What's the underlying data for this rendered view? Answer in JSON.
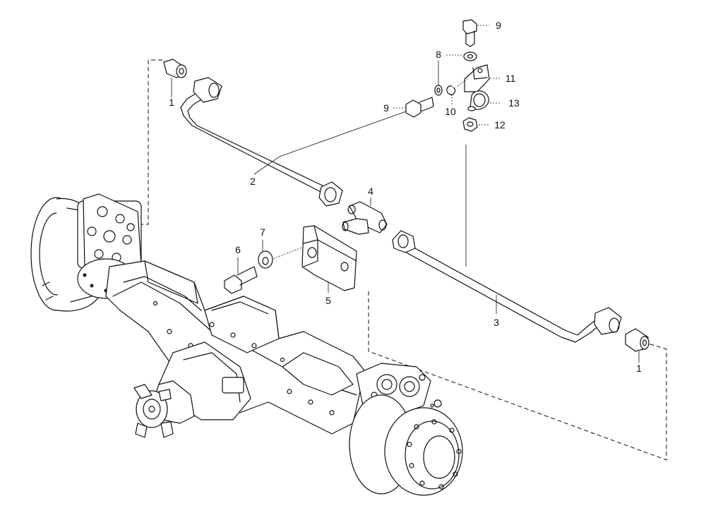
{
  "callouts": {
    "c1a": "1",
    "c1b": "1",
    "c2": "2",
    "c3": "3",
    "c4": "4",
    "c5": "5",
    "c6": "6",
    "c7": "7",
    "c8": "8",
    "c9a": "9",
    "c9b": "9",
    "c10": "10",
    "c11": "11",
    "c12": "12",
    "c13": "13"
  }
}
